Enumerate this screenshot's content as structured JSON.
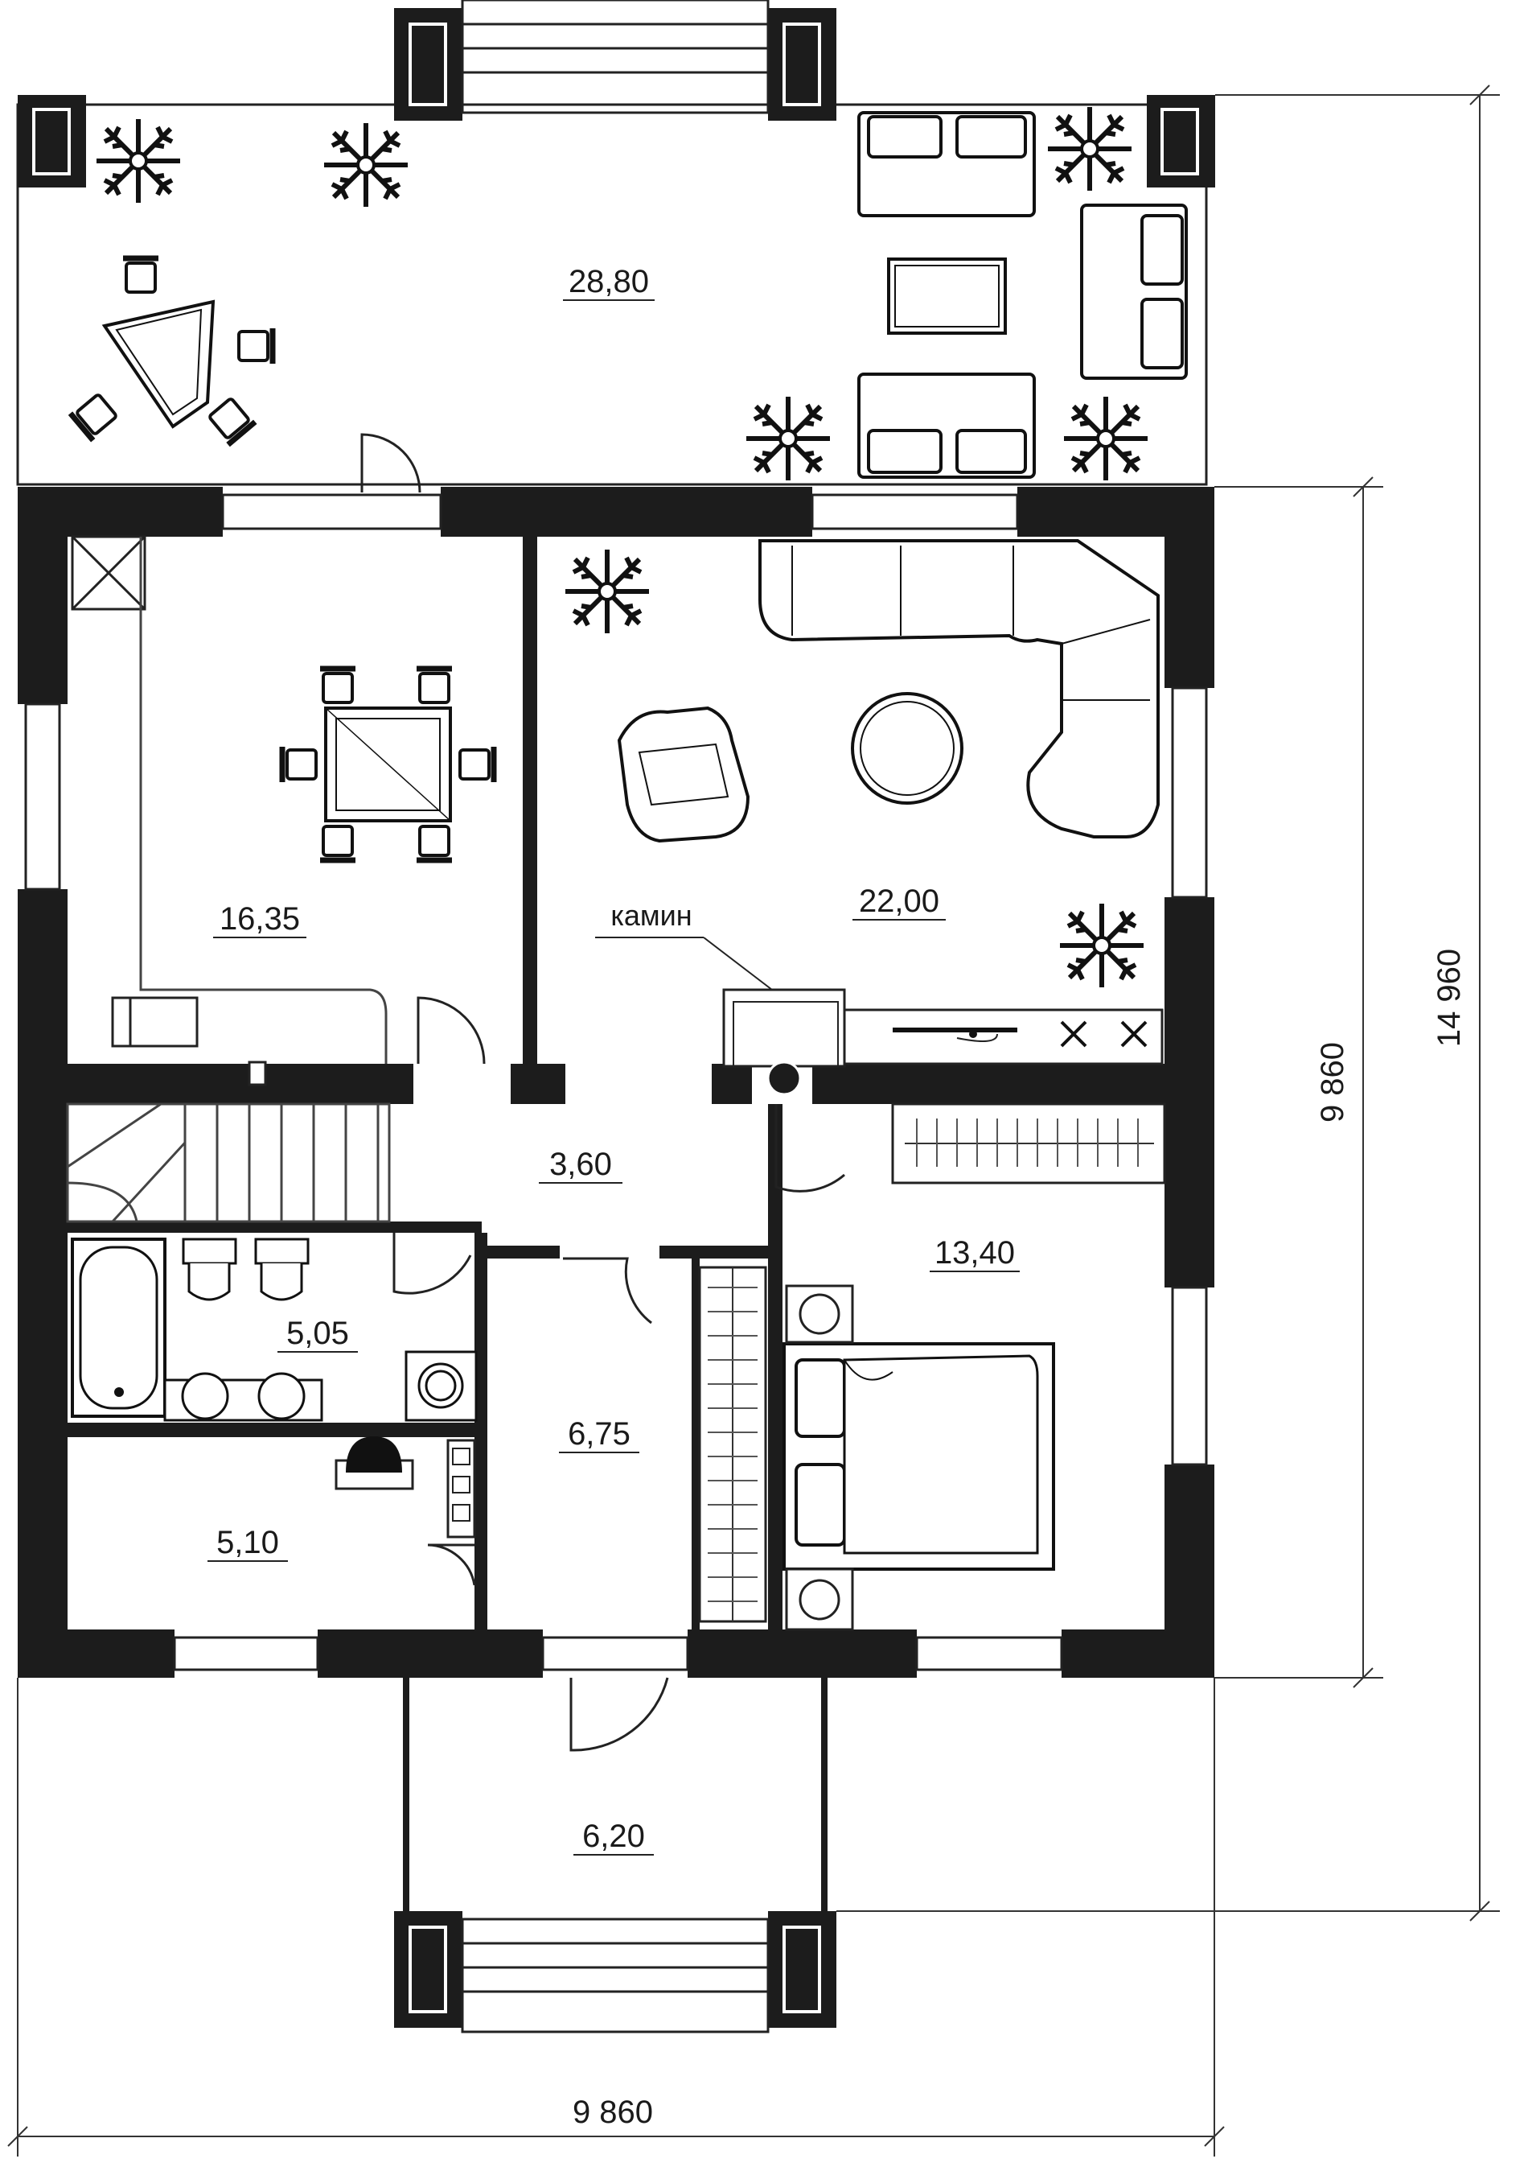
{
  "plan": {
    "rooms": [
      {
        "id": "terrace",
        "area": "28,80"
      },
      {
        "id": "kitchen-dining",
        "area": "16,35"
      },
      {
        "id": "living",
        "area": "22,00"
      },
      {
        "id": "hall",
        "area": "3,60"
      },
      {
        "id": "bedroom",
        "area": "13,40"
      },
      {
        "id": "bathroom",
        "area": "5,05"
      },
      {
        "id": "dressing",
        "area": "6,75"
      },
      {
        "id": "boiler",
        "area": "5,10"
      },
      {
        "id": "porch",
        "area": "6,20"
      }
    ],
    "labels": {
      "fireplace": "камин"
    },
    "dimensions": {
      "width_bottom": "9 860",
      "house_depth": "9 860",
      "total_depth": "14 960"
    }
  },
  "colors": {
    "wall": "#1c1c1c",
    "line": "#222222",
    "paper": "#ffffff"
  },
  "icons": [
    "plant-icon",
    "sofa-icon",
    "armchair-icon",
    "dining-table-icon",
    "bed-icon",
    "bathtub-icon",
    "toilet-icon",
    "sink-icon",
    "stair-icon",
    "fireplace-icon"
  ]
}
